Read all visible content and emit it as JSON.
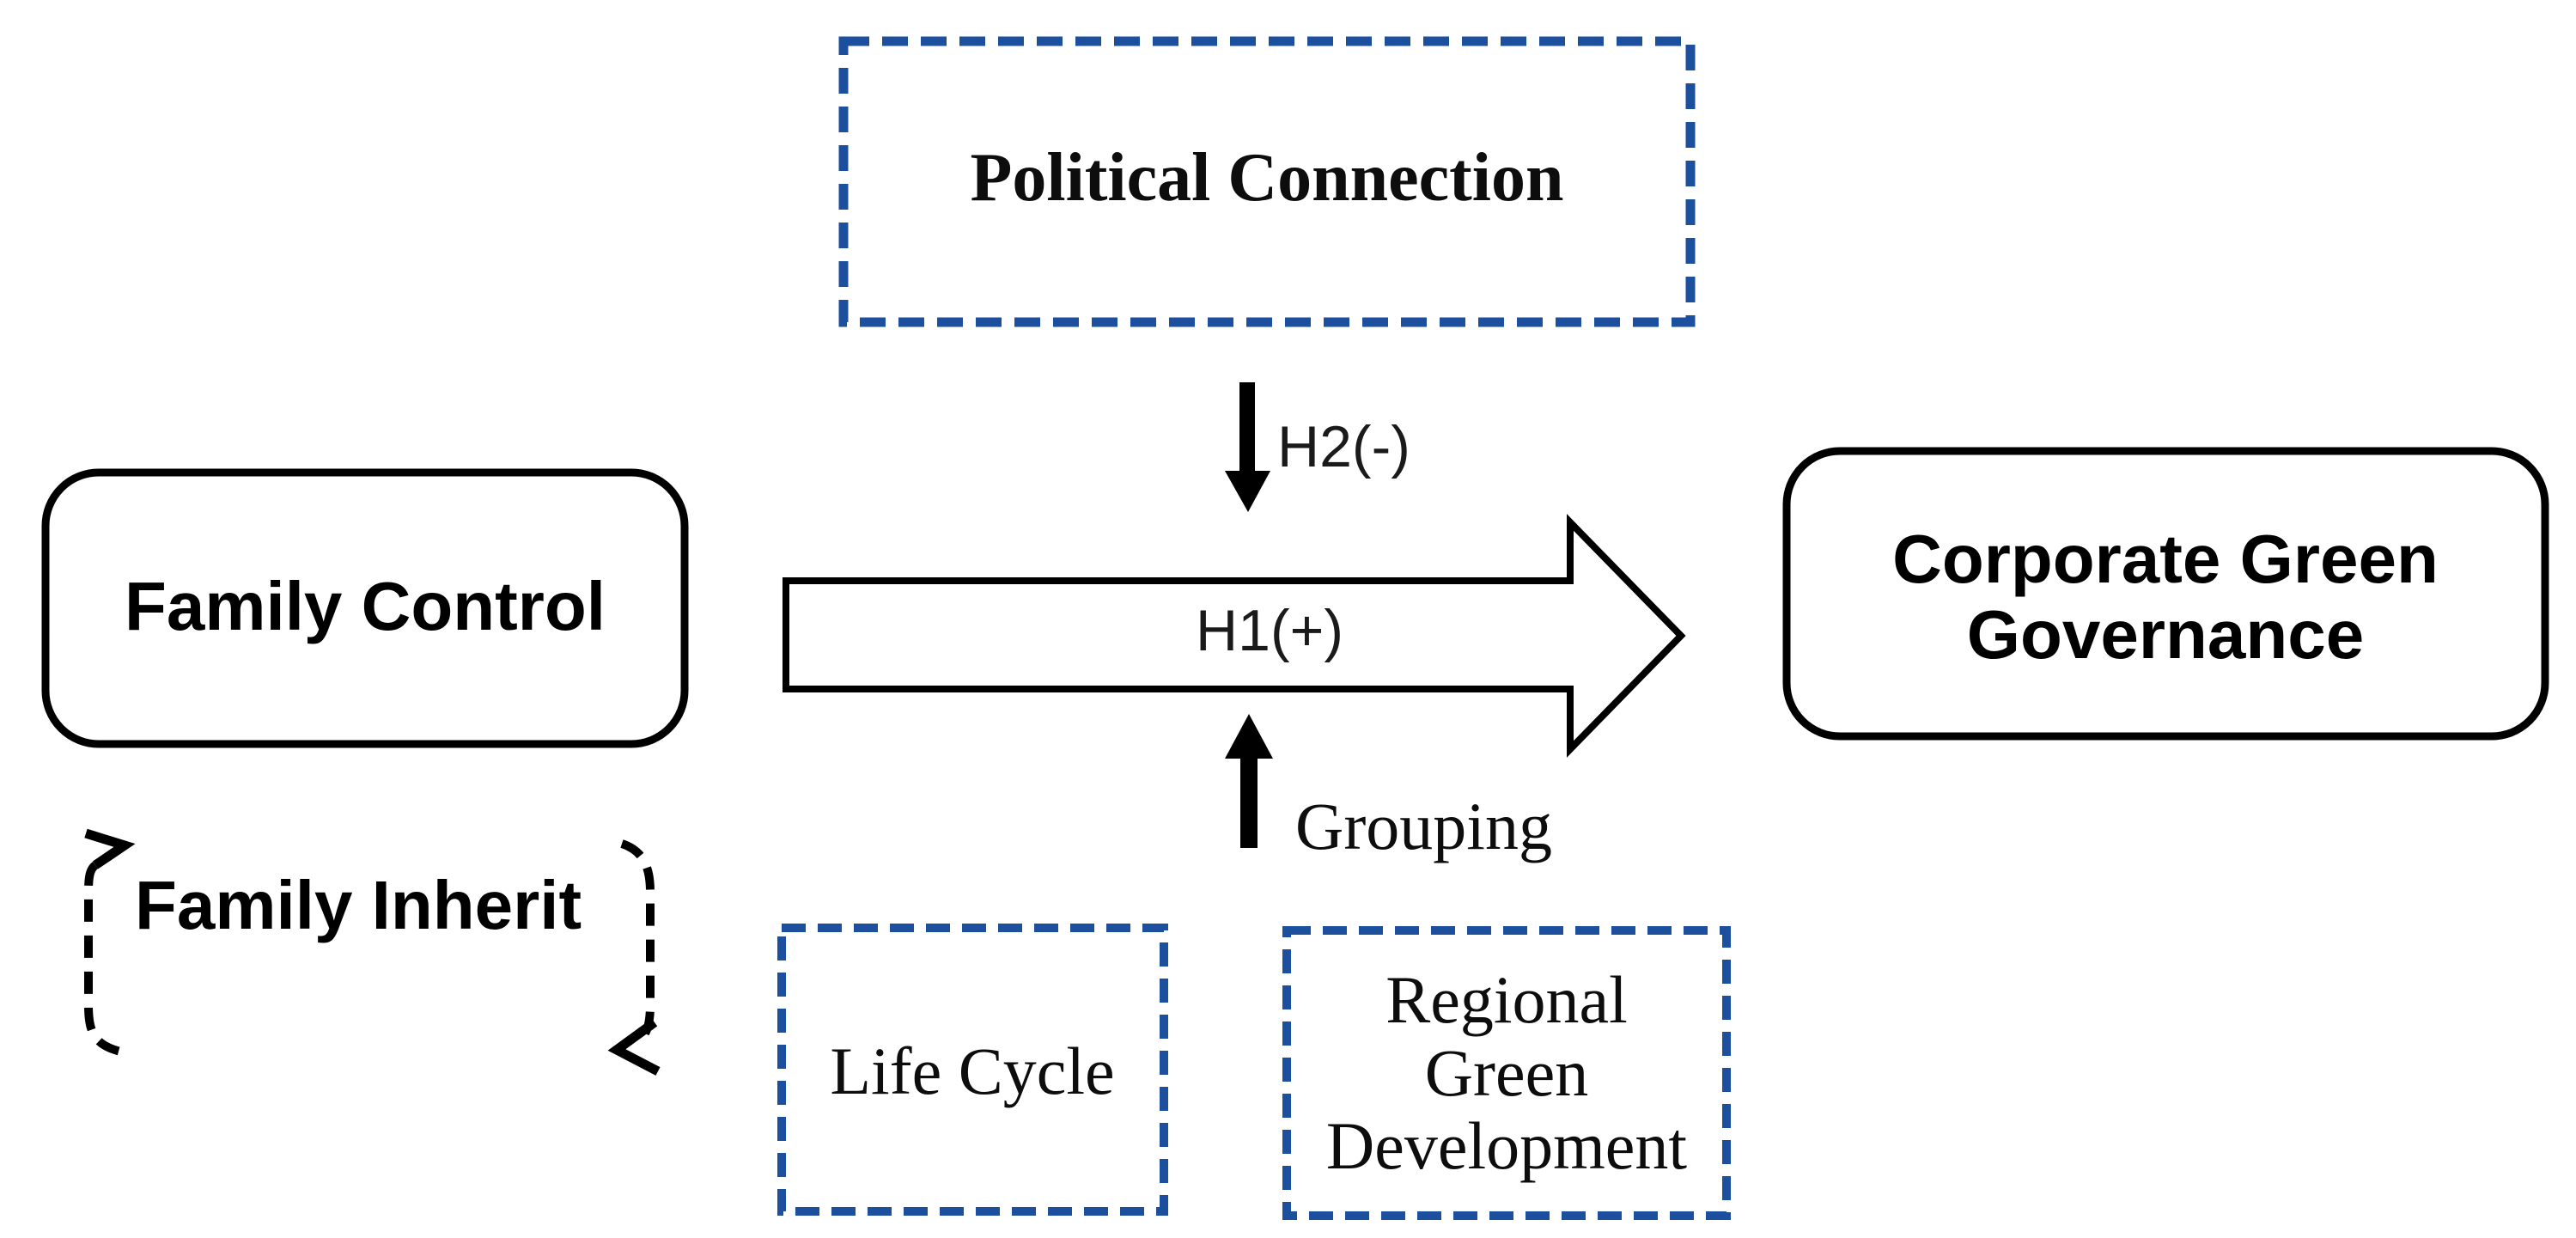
{
  "diagram": {
    "boxes": {
      "political_connection": {
        "label": "Political Connection"
      },
      "family_control": {
        "label": "Family Control"
      },
      "corporate_green_governance": {
        "label_line1": "Corporate Green",
        "label_line2": "Governance"
      },
      "life_cycle": {
        "label": "Life Cycle"
      },
      "regional_green_development": {
        "label_line1": "Regional",
        "label_line2": "Green",
        "label_line3": "Development"
      }
    },
    "labels": {
      "h1": "H1(+)",
      "h2": "H2(-)",
      "grouping": "Grouping",
      "family_inherit": "Family Inherit"
    },
    "colors": {
      "dashed_box_border": "#1c4f9e",
      "shape_stroke": "#000000",
      "arrow_fill": "#000000",
      "background": "#ffffff"
    }
  }
}
